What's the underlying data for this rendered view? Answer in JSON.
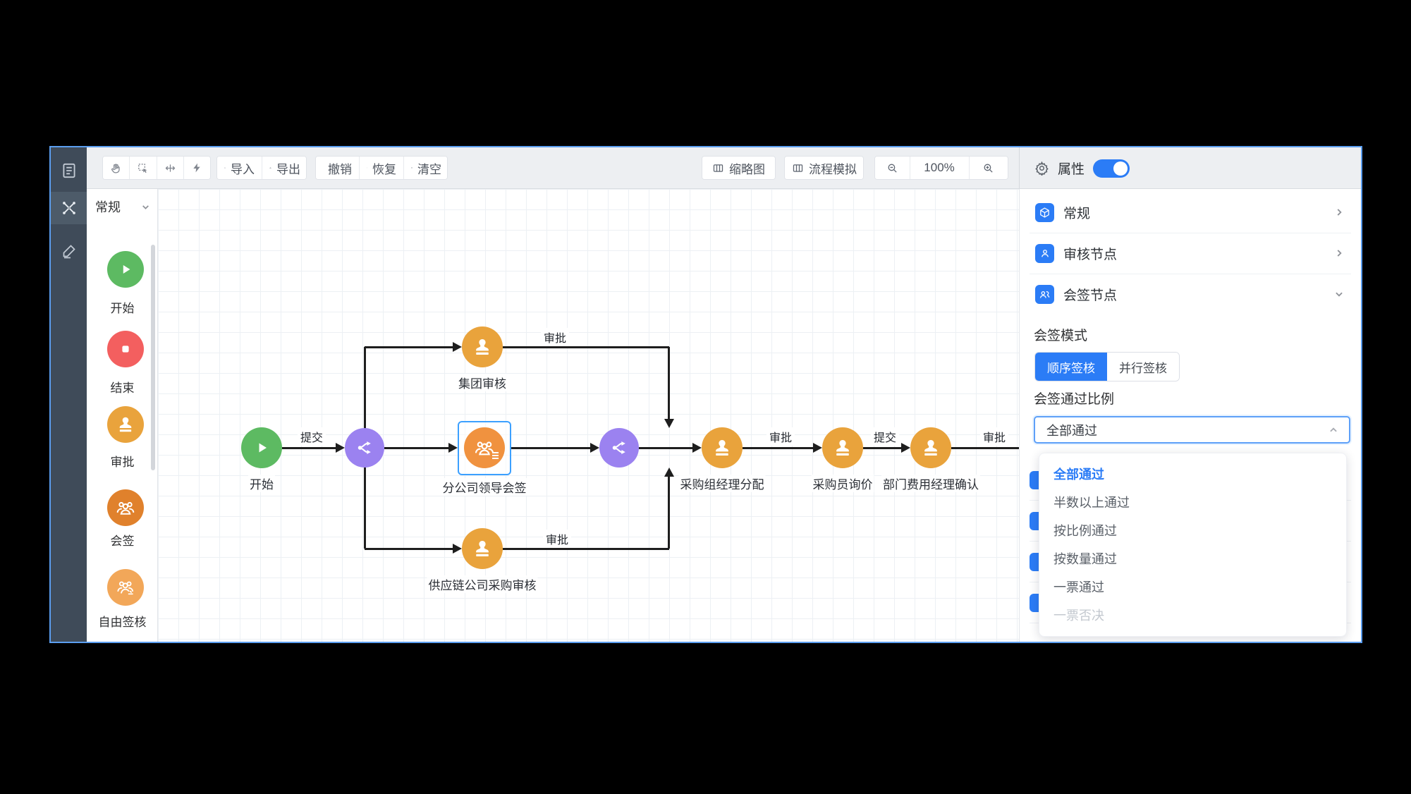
{
  "app": {
    "accent": "#2b7cf6",
    "selection_color": "#3ca0ff"
  },
  "rail": {
    "items": [
      {
        "icon": "document-icon",
        "selected": false
      },
      {
        "icon": "flow-design-icon",
        "selected": true
      },
      {
        "icon": "pen-icon",
        "selected": false
      }
    ]
  },
  "toolbar": {
    "tools": [
      {
        "icon": "hand-icon"
      },
      {
        "icon": "marquee-select-icon"
      },
      {
        "icon": "move-icon"
      },
      {
        "icon": "zap-icon"
      }
    ],
    "import_label": "导入",
    "export_label": "导出",
    "undo_label": "撤销",
    "redo_label": "恢复",
    "clear_label": "清空",
    "minimap_label": "缩略图",
    "simulate_label": "流程模拟",
    "zoom_level": "100%"
  },
  "palette": {
    "header": "常规",
    "items": [
      {
        "label": "开始",
        "icon": "play-icon",
        "color": "#5dba62"
      },
      {
        "label": "结束",
        "icon": "stop-icon",
        "color": "#f35f5f"
      },
      {
        "label": "审批",
        "icon": "stamp-icon",
        "color": "#e9a33c"
      },
      {
        "label": "会签",
        "icon": "group-icon",
        "color": "#e0812c"
      },
      {
        "label": "自由签核",
        "icon": "group-stamp-icon",
        "color": "#f2a759"
      }
    ]
  },
  "canvas": {
    "nodes": [
      {
        "label": "开始",
        "type": "start",
        "color": "#5dba62"
      },
      {
        "label": "集团审核",
        "type": "approve",
        "color": "#e9a33c"
      },
      {
        "label": "分公司领导会签",
        "type": "countersign",
        "color": "#f0923f",
        "selected": true
      },
      {
        "label": "供应链公司采购审核",
        "type": "approve",
        "color": "#e9a33c"
      },
      {
        "label": "采购组经理分配",
        "type": "approve",
        "color": "#e9a33c"
      },
      {
        "label": "采购员询价",
        "type": "approve",
        "color": "#e9a33c"
      },
      {
        "label": "部门费用经理确认",
        "type": "approve",
        "color": "#e9a33c"
      }
    ],
    "gateways": [
      {
        "icon": "branch-icon",
        "color": "#9b82f0"
      },
      {
        "icon": "branch-icon",
        "color": "#9b82f0"
      }
    ],
    "edge_labels": [
      "提交",
      "审批",
      "审批",
      "审批",
      "提交",
      "审批"
    ]
  },
  "panel": {
    "title": "属性",
    "toggle_on": true,
    "sections": [
      {
        "label": "常规",
        "icon": "cube-icon",
        "expanded": false
      },
      {
        "label": "审核节点",
        "icon": "person-icon",
        "expanded": false
      },
      {
        "label": "会签节点",
        "icon": "people-icon",
        "expanded": true
      }
    ],
    "sign_mode_label": "会签模式",
    "mode_options": [
      {
        "label": "顺序签核",
        "selected": true
      },
      {
        "label": "并行签核",
        "selected": false
      }
    ],
    "ratio_label": "会签通过比例",
    "ratio_value": "全部通过",
    "ratio_options": [
      {
        "label": "全部通过",
        "selected": true
      },
      {
        "label": "半数以上通过"
      },
      {
        "label": "按比例通过"
      },
      {
        "label": "按数量通过"
      },
      {
        "label": "一票通过"
      },
      {
        "label": "一票否决",
        "disabled": true
      }
    ]
  }
}
